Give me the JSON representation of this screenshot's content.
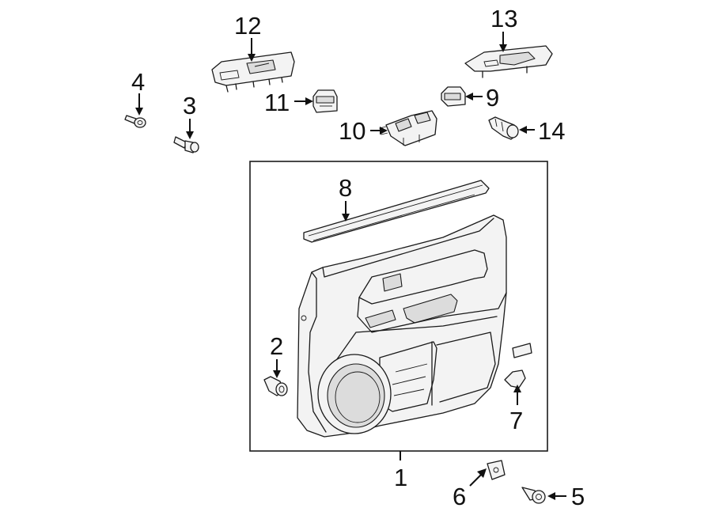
{
  "callouts": {
    "c1": "1",
    "c2": "2",
    "c3": "3",
    "c4": "4",
    "c5": "5",
    "c6": "6",
    "c7": "7",
    "c8": "8",
    "c9": "9",
    "c10": "10",
    "c11": "11",
    "c12": "12",
    "c13": "13",
    "c14": "14"
  },
  "colors": {
    "line": "#1a1a1a",
    "fill": "#f3f3f3",
    "background": "#ffffff"
  }
}
